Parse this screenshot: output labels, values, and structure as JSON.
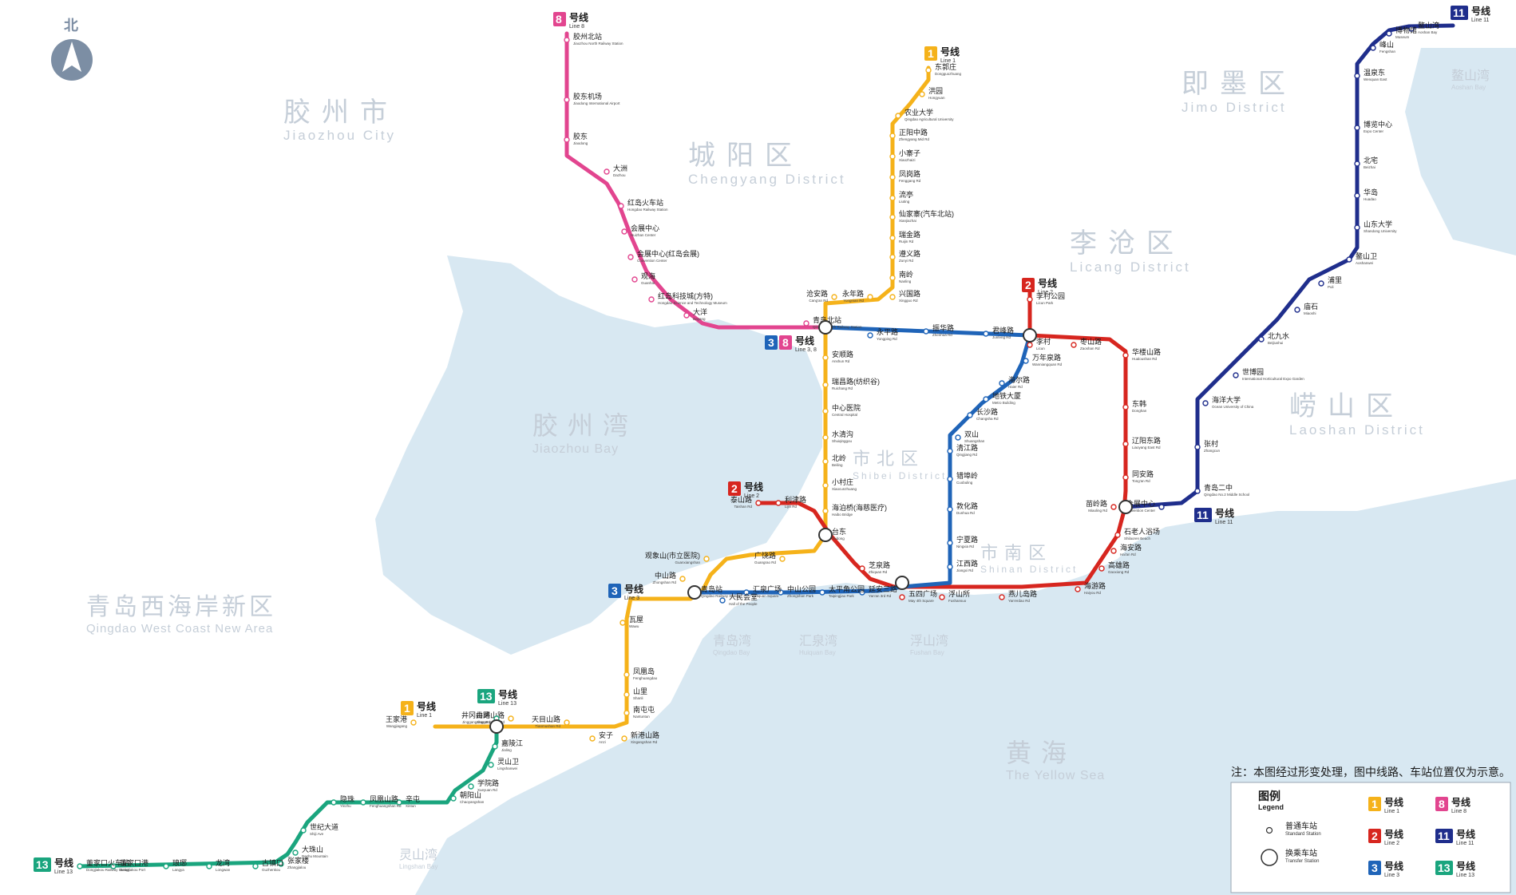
{
  "north": {
    "label": "北"
  },
  "districts": [
    {
      "zh": "胶州市",
      "en": "Jiaozhou City"
    },
    {
      "zh": "城阳区",
      "en": "Chengyang District"
    },
    {
      "zh": "即墨区",
      "en": "Jimo District"
    },
    {
      "zh": "李沧区",
      "en": "Licang District"
    },
    {
      "zh": "崂山区",
      "en": "Laoshan District"
    },
    {
      "zh": "市北区",
      "en": "Shibei District"
    },
    {
      "zh": "市南区",
      "en": "Shinan District"
    },
    {
      "zh": "青岛西海岸新区",
      "en": "Qingdao West Coast New Area"
    }
  ],
  "waters": [
    {
      "zh": "胶州湾",
      "en": "Jiaozhou Bay"
    },
    {
      "zh": "黄海",
      "en": "The Yellow Sea"
    }
  ],
  "bays": [
    {
      "zh": "青岛湾",
      "en": "Qingdao Bay"
    },
    {
      "zh": "汇泉湾",
      "en": "Huiquan Bay"
    },
    {
      "zh": "浮山湾",
      "en": "Fushan Bay"
    },
    {
      "zh": "灵山湾",
      "en": "Lingshan Bay"
    },
    {
      "zh": "鳌山湾",
      "en": "Aoshan Bay"
    }
  ],
  "lines": {
    "l1": {
      "num": "1",
      "zh": "号线",
      "en": "Line 1",
      "color": "#f5b21a"
    },
    "l2": {
      "num": "2",
      "zh": "号线",
      "en": "Line 2",
      "color": "#d7261f"
    },
    "l3": {
      "num": "3",
      "zh": "号线",
      "en": "Line 3",
      "color": "#1f64b8"
    },
    "l8": {
      "num": "8",
      "zh": "号线",
      "en": "Line 8",
      "color": "#e2458f"
    },
    "l11": {
      "num": "11",
      "zh": "号线",
      "en": "Line 11",
      "color": "#1f2e8c"
    },
    "l13": {
      "num": "13",
      "zh": "号线",
      "en": "Line 13",
      "color": "#1aa57e"
    },
    "l38": {
      "num3": "3",
      "num8": "8",
      "zh": "号线",
      "en": "Line 3, 8"
    }
  },
  "stations": {
    "l8": [
      {
        "zh": "胶州北站",
        "en": "Jiaozhou North Railway Station"
      },
      {
        "zh": "胶东机场",
        "en": "Jiaodong International Airport"
      },
      {
        "zh": "胶东",
        "en": "Jiaodong"
      },
      {
        "zh": "大洲",
        "en": "Dazhou"
      },
      {
        "zh": "红岛火车站",
        "en": "Hongdao Railway Station"
      },
      {
        "zh": "会展中心",
        "en": "Huizhan Center"
      },
      {
        "zh": "会展中心(红岛会展)",
        "en": "Convention Center"
      },
      {
        "zh": "观海",
        "en": "Guanhai"
      },
      {
        "zh": "红岛科技城(方特)",
        "en": "Hongdao Science and Technology Museum"
      },
      {
        "zh": "大洋",
        "en": "Dayang"
      },
      {
        "zh": "青岛北站",
        "en": "Qingdao North Railway Station"
      }
    ],
    "l1_north": [
      {
        "zh": "东郭庄",
        "en": "Dongguozhuang"
      },
      {
        "zh": "洪园",
        "en": "Hongyuan"
      },
      {
        "zh": "农业大学",
        "en": "Qingdao Agricultural University"
      },
      {
        "zh": "正阳中路",
        "en": "Zhengyang Mid Rd"
      },
      {
        "zh": "小寨子",
        "en": "Xiaozhaizi"
      },
      {
        "zh": "凤岗路",
        "en": "Fenggang Rd"
      },
      {
        "zh": "流亭",
        "en": "Liuting"
      },
      {
        "zh": "仙家寨(汽车北站)",
        "en": "Xianjiazhai"
      },
      {
        "zh": "瑞金路",
        "en": "Ruijin Rd"
      },
      {
        "zh": "遵义路",
        "en": "Zunyi Rd"
      },
      {
        "zh": "南岭",
        "en": "Nanling"
      },
      {
        "zh": "兴国路",
        "en": "Xingguo Rd"
      },
      {
        "zh": "永年路",
        "en": "Yongnian Rd"
      },
      {
        "zh": "沧安路",
        "en": "Cang'an Rd"
      },
      {
        "zh": "安顺路",
        "en": "Anshun Rd"
      },
      {
        "zh": "瑞昌路(纺织谷)",
        "en": "Ruichang Rd"
      },
      {
        "zh": "中心医院",
        "en": "Central Hospital"
      },
      {
        "zh": "水清沟",
        "en": "Shuiqinggou"
      },
      {
        "zh": "北岭",
        "en": "Beiling"
      },
      {
        "zh": "小村庄",
        "en": "Xiaocunzhuang"
      },
      {
        "zh": "海泊桥(海慈医疗)",
        "en": "Haibo Bridge"
      },
      {
        "zh": "台东",
        "en": "Taidong"
      }
    ],
    "l1_south": [
      {
        "zh": "广饶路",
        "en": "Guangrao Rd"
      },
      {
        "zh": "观象山(市立医院)",
        "en": "Guanxiangshan"
      },
      {
        "zh": "中山路",
        "en": "Zhongshan Rd"
      },
      {
        "zh": "青岛站",
        "en": "Qingdao Railway Station"
      },
      {
        "zh": "瓦屋",
        "en": "Wawu"
      },
      {
        "zh": "凤凰岛",
        "en": "Fenghuangdao"
      },
      {
        "zh": "山里",
        "en": "Shanli"
      },
      {
        "zh": "南屯屯",
        "en": "Nantuntun"
      },
      {
        "zh": "安子",
        "en": "Anzi"
      },
      {
        "zh": "新港山路",
        "en": "Xingangshan Rd"
      },
      {
        "zh": "天目山路",
        "en": "Tianmushan Rd"
      },
      {
        "zh": "井冈山路",
        "en": "Jinggangshan Rd"
      },
      {
        "zh": "王家港",
        "en": "Wangjiagang"
      }
    ],
    "l2": [
      {
        "zh": "李村公园",
        "en": "Licun Park"
      },
      {
        "zh": "李村",
        "en": "Licun"
      },
      {
        "zh": "枣山路",
        "en": "Zaoshan Rd"
      },
      {
        "zh": "华楼山路",
        "en": "Hualoushan Rd"
      },
      {
        "zh": "东韩",
        "en": "Donghan"
      },
      {
        "zh": "辽阳东路",
        "en": "Liaoyang East Rd"
      },
      {
        "zh": "同安路",
        "en": "Tong'an Rd"
      },
      {
        "zh": "苗岭路",
        "en": "Miaoling Rd"
      },
      {
        "zh": "石老人浴场",
        "en": "Shilaoren Beach"
      },
      {
        "zh": "海安路",
        "en": "Hai'an Rd"
      },
      {
        "zh": "高雄路",
        "en": "Gaoxiong Rd"
      },
      {
        "zh": "海游路",
        "en": "Haiyou Rd"
      },
      {
        "zh": "燕儿岛路",
        "en": "Yan'erdao Rd"
      },
      {
        "zh": "浮山所",
        "en": "Fushansuo"
      },
      {
        "zh": "五四广场",
        "en": "May 4th Square"
      },
      {
        "zh": "芝泉路",
        "en": "Zhiquan Rd"
      },
      {
        "zh": "利津路",
        "en": "Lijin Rd"
      },
      {
        "zh": "泰山路",
        "en": "Taishan Rd"
      }
    ],
    "l3": [
      {
        "zh": "永平路",
        "en": "Yongping Rd"
      },
      {
        "zh": "振华路",
        "en": "Zhenhua Rd"
      },
      {
        "zh": "君峰路",
        "en": "Junfeng Rd"
      },
      {
        "zh": "万年泉路",
        "en": "Wanniangquan Rd"
      },
      {
        "zh": "海尔路",
        "en": "Haier Rd"
      },
      {
        "zh": "地铁大厦",
        "en": "Metro Building"
      },
      {
        "zh": "长沙路",
        "en": "Changsha Rd"
      },
      {
        "zh": "双山",
        "en": "Shuangshan"
      },
      {
        "zh": "清江路",
        "en": "Qingjiang Rd"
      },
      {
        "zh": "错埠岭",
        "en": "Cuobuling"
      },
      {
        "zh": "敦化路",
        "en": "Dunhua Rd"
      },
      {
        "zh": "宁夏路",
        "en": "Ningxia Rd"
      },
      {
        "zh": "江西路",
        "en": "Jiangxi Rd"
      },
      {
        "zh": "延安三路",
        "en": "Yan'an 3rd Rd"
      },
      {
        "zh": "太平角公园",
        "en": "Taipingjiao Park"
      },
      {
        "zh": "中山公园",
        "en": "Zhongshan Park"
      },
      {
        "zh": "汇泉广场",
        "en": "Huiquan Square"
      },
      {
        "zh": "人民会堂",
        "en": "Hall of the People"
      }
    ],
    "l11": [
      {
        "zh": "鳌山湾",
        "en": "Aoshan Bay"
      },
      {
        "zh": "博物馆",
        "en": "Museum"
      },
      {
        "zh": "峰山",
        "en": "Fengshan"
      },
      {
        "zh": "温泉东",
        "en": "Wenquan East"
      },
      {
        "zh": "博览中心",
        "en": "Expo Center"
      },
      {
        "zh": "北宅",
        "en": "Beizhai"
      },
      {
        "zh": "华岛",
        "en": "Huadao"
      },
      {
        "zh": "山东大学",
        "en": "Shandong University"
      },
      {
        "zh": "鳌山卫",
        "en": "Aoshanwei"
      },
      {
        "zh": "浦里",
        "en": "Puli"
      },
      {
        "zh": "庙石",
        "en": "Miaoshi"
      },
      {
        "zh": "北九水",
        "en": "Beijiushui"
      },
      {
        "zh": "世博园",
        "en": "International Horticultural Expo Garden"
      },
      {
        "zh": "海洋大学",
        "en": "Ocean University of China"
      },
      {
        "zh": "张村",
        "en": "Zhangcun"
      },
      {
        "zh": "青岛二中",
        "en": "Qingdao No.2 Middle School"
      },
      {
        "zh": "会展中心",
        "en": "Convention Center"
      }
    ],
    "l13": [
      {
        "zh": "井冈山路",
        "en": "Jinggangshan Rd"
      },
      {
        "zh": "嘉陵江",
        "en": "Jialing"
      },
      {
        "zh": "灵山卫",
        "en": "Lingshanwei"
      },
      {
        "zh": "学院路",
        "en": "Xueyuan Rd"
      },
      {
        "zh": "朝阳山",
        "en": "Chaoyangshan"
      },
      {
        "zh": "辛屯",
        "en": "Xintun"
      },
      {
        "zh": "凤凰山路",
        "en": "Fenghuangshan Rd"
      },
      {
        "zh": "隐珠",
        "en": "Yinzhu"
      },
      {
        "zh": "世纪大道",
        "en": "Shiji Ave"
      },
      {
        "zh": "大珠山",
        "en": "Dazhu Mountain"
      },
      {
        "zh": "张家楼",
        "en": "Zhangjialou"
      },
      {
        "zh": "古镇口",
        "en": "Guzhenkou"
      },
      {
        "zh": "龙湾",
        "en": "Longwan"
      },
      {
        "zh": "琅琊",
        "en": "Langya"
      },
      {
        "zh": "董家口港",
        "en": "Dongjiakou Port"
      },
      {
        "zh": "董家口火车站",
        "en": "Dongjiakou Railway Station"
      }
    ]
  },
  "legend": {
    "title": "图例",
    "title_en": "Legend",
    "standard_zh": "普通车站",
    "standard_en": "Standard Station",
    "transfer_zh": "换乘车站",
    "transfer_en": "Transfer Station"
  },
  "note": "注：本图经过形变处理，图中线路、车站位置仅为示意。"
}
